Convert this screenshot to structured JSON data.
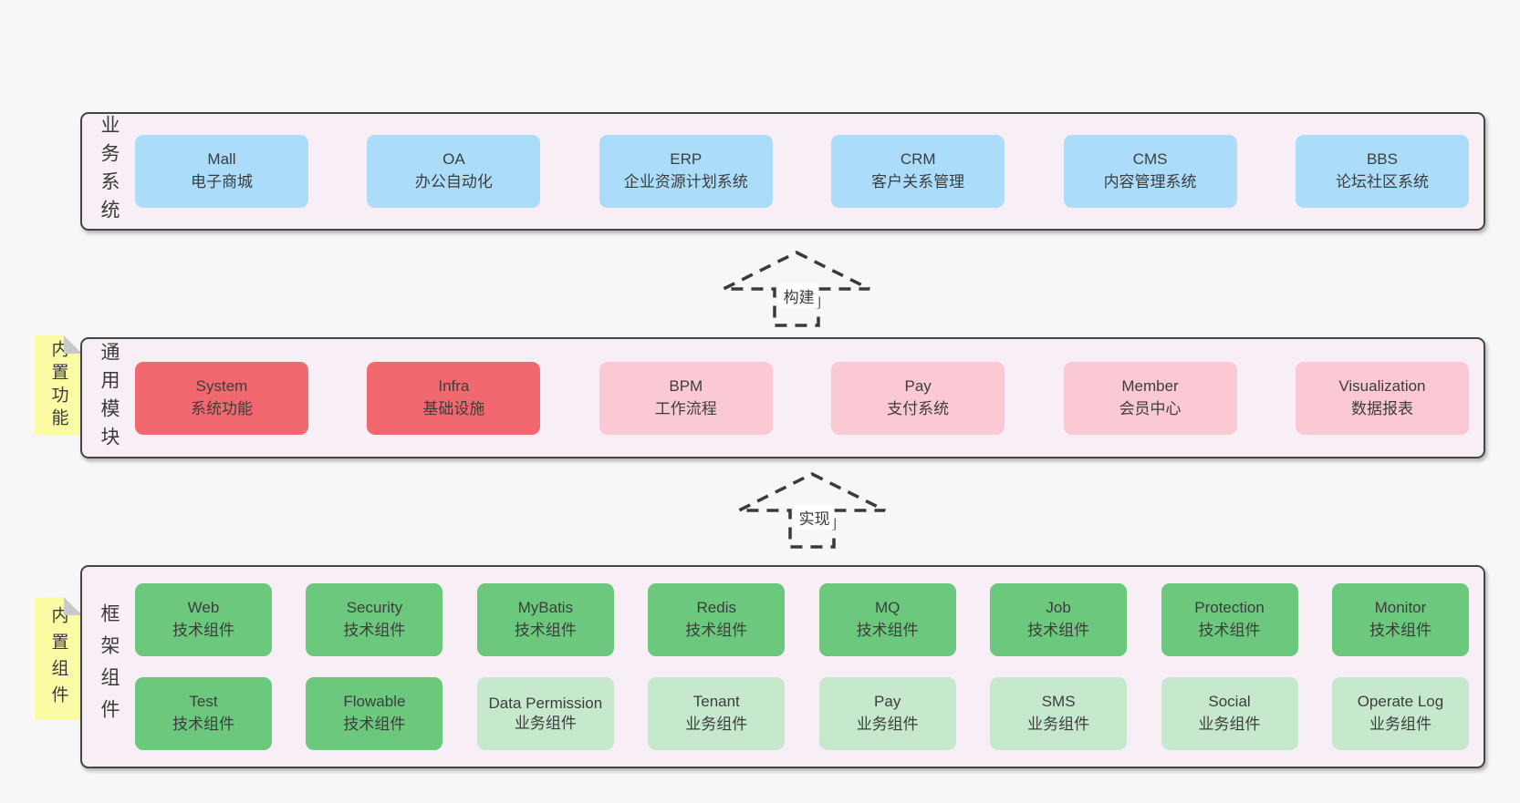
{
  "diagram": {
    "layers": {
      "business": {
        "label": "业务系统",
        "items": [
          {
            "name": "Mall",
            "desc": "电子商城",
            "variant": "blue"
          },
          {
            "name": "OA",
            "desc": "办公自动化",
            "variant": "blue"
          },
          {
            "name": "ERP",
            "desc": "企业资源计划系统",
            "variant": "blue"
          },
          {
            "name": "CRM",
            "desc": "客户关系管理",
            "variant": "blue"
          },
          {
            "name": "CMS",
            "desc": "内容管理系统",
            "variant": "blue"
          },
          {
            "name": "BBS",
            "desc": "论坛社区系统",
            "variant": "blue"
          }
        ]
      },
      "common": {
        "label": "通用模块",
        "sticky": "内置功能",
        "items": [
          {
            "name": "System",
            "desc": "系统功能",
            "variant": "red"
          },
          {
            "name": "Infra",
            "desc": "基础设施",
            "variant": "red"
          },
          {
            "name": "BPM",
            "desc": "工作流程",
            "variant": "pink"
          },
          {
            "name": "Pay",
            "desc": "支付系统",
            "variant": "pink"
          },
          {
            "name": "Member",
            "desc": "会员中心",
            "variant": "pink"
          },
          {
            "name": "Visualization",
            "desc": "数据报表",
            "variant": "pink"
          }
        ]
      },
      "framework": {
        "label": "框架组件",
        "sticky": "内置组件",
        "row1": [
          {
            "name": "Web",
            "desc": "技术组件",
            "variant": "green"
          },
          {
            "name": "Security",
            "desc": "技术组件",
            "variant": "green"
          },
          {
            "name": "MyBatis",
            "desc": "技术组件",
            "variant": "green"
          },
          {
            "name": "Redis",
            "desc": "技术组件",
            "variant": "green"
          },
          {
            "name": "MQ",
            "desc": "技术组件",
            "variant": "green"
          },
          {
            "name": "Job",
            "desc": "技术组件",
            "variant": "green"
          },
          {
            "name": "Protection",
            "desc": "技术组件",
            "variant": "green"
          },
          {
            "name": "Monitor",
            "desc": "技术组件",
            "variant": "green"
          }
        ],
        "row2": [
          {
            "name": "Test",
            "desc": "技术组件",
            "variant": "green"
          },
          {
            "name": "Flowable",
            "desc": "技术组件",
            "variant": "green"
          },
          {
            "name": "Data Permission",
            "desc": "业务组件",
            "variant": "lightgreen"
          },
          {
            "name": "Tenant",
            "desc": "业务组件",
            "variant": "lightgreen"
          },
          {
            "name": "Pay",
            "desc": "业务组件",
            "variant": "lightgreen"
          },
          {
            "name": "SMS",
            "desc": "业务组件",
            "variant": "lightgreen"
          },
          {
            "name": "Social",
            "desc": "业务组件",
            "variant": "lightgreen"
          },
          {
            "name": "Operate Log",
            "desc": "业务组件",
            "variant": "lightgreen"
          }
        ]
      }
    },
    "arrows": [
      {
        "label": "构建"
      },
      {
        "label": "实现"
      }
    ],
    "colors": {
      "page_bg": "#f7f7f7",
      "layer_bg": "#f8eef6",
      "layer_border": "#454545",
      "node_blue": "#abdcfa",
      "node_red": "#f1696e",
      "node_pink": "#fbc9d4",
      "node_green": "#6bc87d",
      "node_lightgreen": "#c6e9ce",
      "sticky_yellow": "#fbfba5",
      "sticky_fold": "#c9c9c9",
      "text": "#3d3d3d"
    }
  }
}
